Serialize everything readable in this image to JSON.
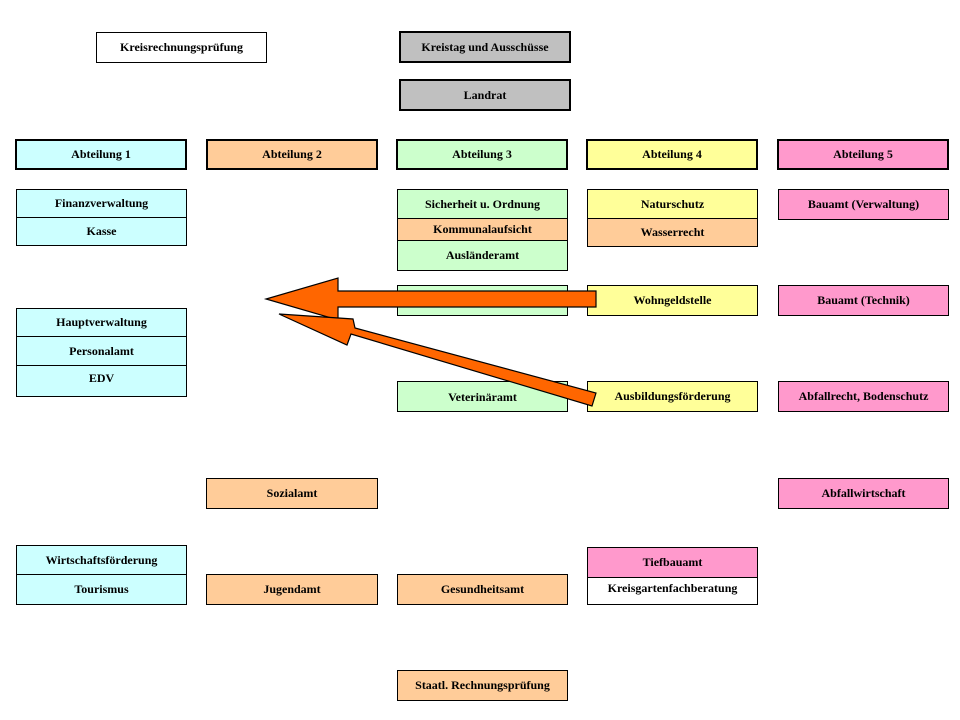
{
  "top": {
    "kreisrechnungspruefung": "Kreisrechnungsprüfung",
    "kreistag": "Kreistag und Ausschüsse",
    "landrat": "Landrat"
  },
  "departments": {
    "abt1": "Abteilung 1",
    "abt2": "Abteilung 2",
    "abt3": "Abteilung 3",
    "abt4": "Abteilung 4",
    "abt5": "Abteilung 5"
  },
  "units": {
    "finanzverwaltung": "Finanzverwaltung",
    "kasse": "Kasse",
    "hauptverwaltung": "Hauptverwaltung",
    "personalamt": "Personalamt",
    "edv": "EDV",
    "wirtschaftsfoerderung": "Wirtschaftsförderung",
    "tourismus": "Tourismus",
    "sozialamt": "Sozialamt",
    "jugendamt": "Jugendamt",
    "sicherheit": "Sicherheit u. Ordnung",
    "kommunalaufsicht": "Kommunalaufsicht",
    "auslaenderamt": "Ausländeramt",
    "veterinaeramt": "Veterinäramt",
    "gesundheitsamt": "Gesundheitsamt",
    "staatl_rechnungspruefung": "Staatl. Rechnungsprüfung",
    "naturschutz": "Naturschutz",
    "wasserrecht": "Wasserrecht",
    "wohngeldstelle": "Wohngeldstelle",
    "ausbildungsfoerderung": "Ausbildungsförderung",
    "tiefbauamt": "Tiefbauamt",
    "kreisgartenfachberatung": "Kreisgartenfachberatung",
    "bauamt_verwaltung": "Bauamt (Verwaltung)",
    "bauamt_technik": "Bauamt (Technik)",
    "abfallrecht": "Abfallrecht, Bodenschutz",
    "abfallwirtschaft": "Abfallwirtschaft"
  },
  "colors": {
    "cyan": "#ccffff",
    "peach": "#ffcc99",
    "green": "#ccffcc",
    "yellow": "#ffff99",
    "pink": "#ff99cc",
    "gray": "#c0c0c0",
    "arrow": "#ff6600"
  },
  "arrows": [
    {
      "from": "wohngeldstelle",
      "to": "abteilung-2-column"
    },
    {
      "from": "ausbildungsfoerderung",
      "to": "abteilung-2-column"
    }
  ]
}
